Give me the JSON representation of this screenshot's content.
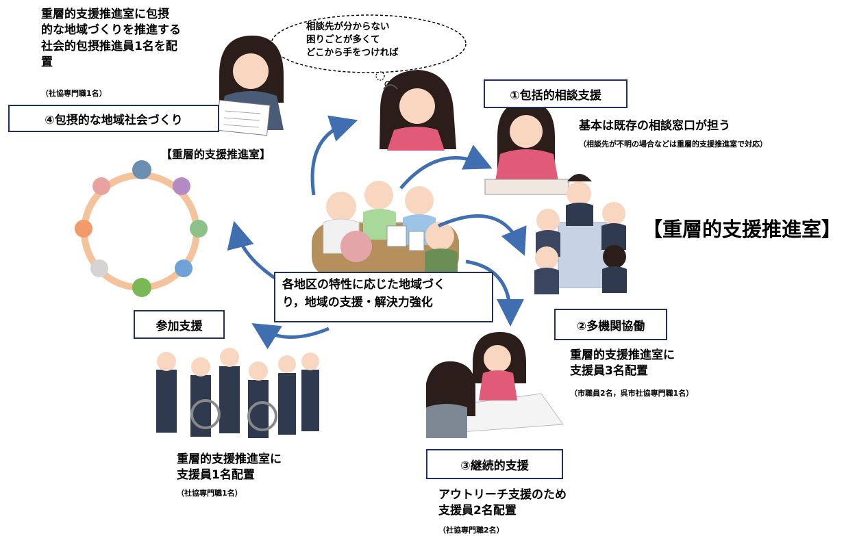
{
  "top_left": {
    "lines": [
      "重層的支援推進室に包摂",
      "的な地域づくりを推進する",
      "社会的包摂推進員1名を配",
      "置"
    ],
    "note": "（社協専門職1名）"
  },
  "bubble": {
    "lines": [
      "相談先が分からない",
      "困りごとが多くて",
      "どこから手をつければ"
    ]
  },
  "box4": "④包摂的な地域社会づくり",
  "office_label_small": "【重層的支援推進室】",
  "box1": "①包括的相談支援",
  "right1": {
    "main": "基本は既存の相談窓口が担う",
    "note": "（相談先が不明の場合などは重層的支援推進室で対応）"
  },
  "office_label_large": "【重層的支援推進室】",
  "center": {
    "lines": [
      "各地区の特性に応じた地域づく",
      "り，地域の支援・解決力強化"
    ]
  },
  "box_participation": "参加支援",
  "box2": "②多機関協働",
  "right2": {
    "lines": [
      "重層的支援推進室に",
      "支援員3名配置"
    ],
    "note": "（市職員2名，呉市社協専門職1名）"
  },
  "bottom_left": {
    "lines": [
      "重層的支援推進室に",
      "支援員1名配置"
    ],
    "note": "（社協専門職1名）"
  },
  "box3": "③継続的支援",
  "bottom_right": {
    "lines": [
      "アウトリーチ支援のため",
      "支援員2名配置"
    ],
    "note": "（社協専門職2名）"
  },
  "colors": {
    "box_border": "#1f2f5f",
    "arrow": "#3f6fb0"
  },
  "icons": [
    "worried-woman-icon",
    "woman-at-desk-icon",
    "woman-with-papers-icon",
    "meeting-group-icon",
    "team-meeting-icon",
    "people-circle-icon",
    "support-group-icon",
    "counseling-icon"
  ]
}
